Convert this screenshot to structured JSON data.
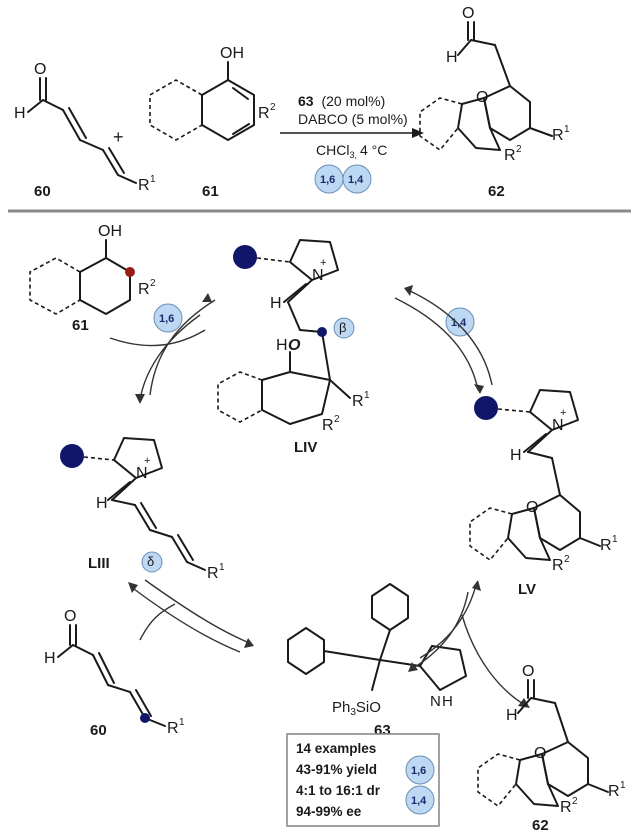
{
  "top": {
    "reagent_catalyst": "63",
    "reagent_catalyst_loading": "(20 mol%)",
    "reagent_additive": "DABCO (5 mol%)",
    "conditions": "CHCl",
    "conditions_sub": "3,",
    "conditions_temp": "4 °C",
    "plus": "+",
    "compound_60": "60",
    "compound_61": "61",
    "compound_62": "62"
  },
  "badges": {
    "b16": "1,6",
    "b14": "1,4"
  },
  "atoms": {
    "O": "O",
    "H": "H",
    "OH": "OH",
    "HO_H": "H",
    "HO_O": "O",
    "N": "N",
    "NH": "N",
    "NH_H": "H",
    "plus_sign": "+",
    "R1": "R",
    "R1_sup": "1",
    "R2": "R",
    "R2_sup": "2",
    "ph3sio": "Ph",
    "ph3sio_sub": "3",
    "ph3sio_tail": "SiO"
  },
  "cycle": {
    "LIII": "LIII",
    "LIV": "LIV",
    "LV": "LV",
    "delta": "δ",
    "beta": "β",
    "cat_label": "63",
    "label_60": "60",
    "label_61": "61",
    "label_62": "62"
  },
  "summary": {
    "examples": "14 examples",
    "yield": "43-91% yield",
    "dr": "4:1 to 16:1 dr",
    "ee": "94-99% ee"
  },
  "colors": {
    "navy": "#12166b",
    "badge_fill": "#bcd8f2",
    "red_atom": "#9b1b1b",
    "divider": "#8a8a8a"
  }
}
